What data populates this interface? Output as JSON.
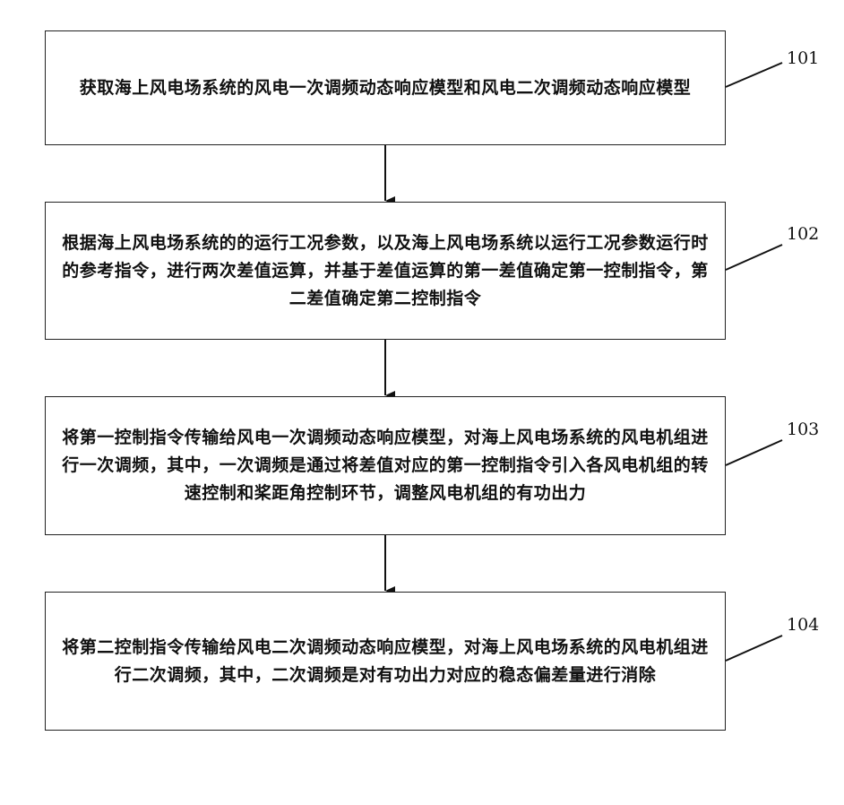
{
  "steps": [
    {
      "number": "101",
      "text": "获取海上风电场系统的风电一次调频动态响应模型和风电二次调频动态响应模型"
    },
    {
      "number": "102",
      "text": "根据海上风电场系统的的运行工况参数，以及海上风电场系统以运行工况参数运行时的参考指令，进行两次差值运算，并基于差值运算的第一差值确定第一控制指令，第二差值确定第二控制指令"
    },
    {
      "number": "103",
      "text": "将第一控制指令传输给风电一次调频动态响应模型，对海上风电场系统的风电机组进行一次调频，其中，一次调频是通过将差值对应的第一控制指令引入各风电机组的转速控制和桨距角控制环节，调整风电机组的有功出力"
    },
    {
      "number": "104",
      "text": "将第二控制指令传输给风电二次调频动态响应模型，对海上风电场系统的风电机组进行二次调频，其中，二次调频是对有功出力对应的稳态偏差量进行消除"
    }
  ]
}
